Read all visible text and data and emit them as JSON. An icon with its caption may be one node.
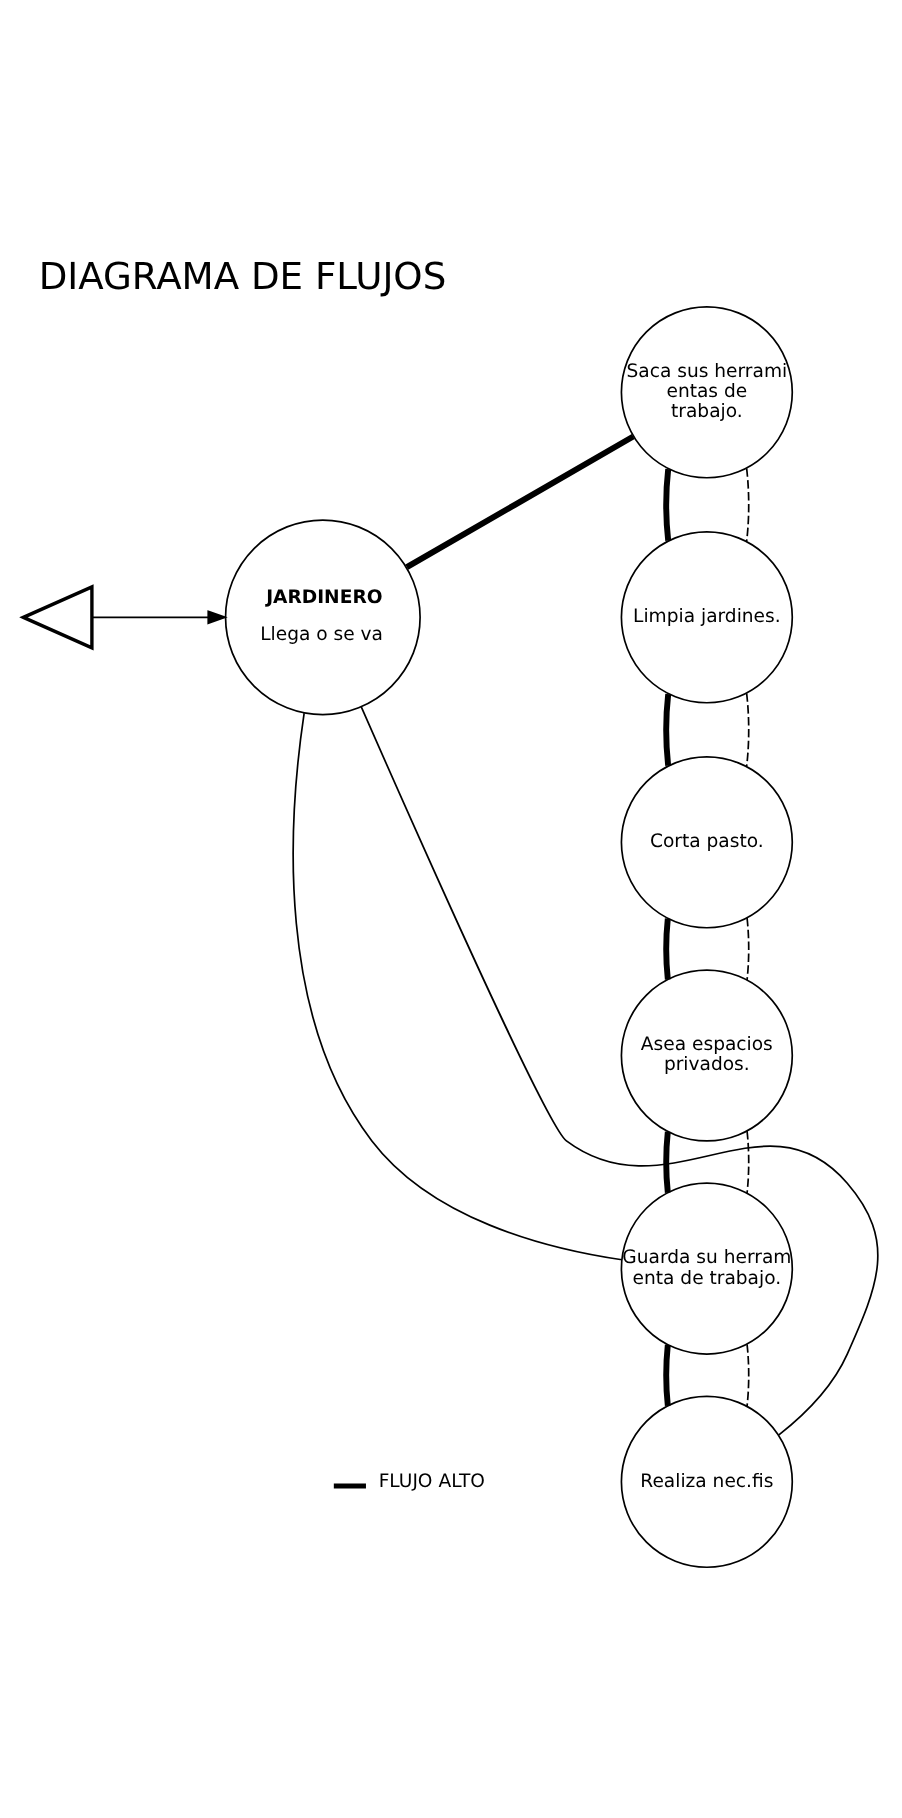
{
  "diagram": {
    "title": "DIAGRAMA DE FLUJOS",
    "nodes": [
      {
        "text": [],
        "shape": "picture"
      },
      {
        "text": [
          "JARDINERO",
          "Llega o se va"
        ]
      },
      {
        "text": [
          "Saca sus herrami entas de trabajo."
        ]
      },
      {
        "text": [
          "Limpia jardines."
        ]
      },
      {
        "text": [
          "Corta pasto."
        ]
      },
      {
        "text": [
          "Asea espacios privados."
        ]
      },
      {
        "text": [
          "Guarda su herram enta de trabajo."
        ]
      },
      {
        "text": [
          "Realiza nec.fis"
        ]
      }
    ],
    "edges": [
      {
        "from": 0,
        "to": 1,
        "arrow": "to"
      },
      {
        "from": 1,
        "to": 2,
        "arrow": "none",
        "style": "thick"
      },
      {
        "from": 2,
        "to": 3,
        "arrow": "none",
        "style": "thick"
      },
      {
        "from": 3,
        "to": 4,
        "arrow": "none",
        "style": "thick"
      },
      {
        "from": 4,
        "to": 5,
        "arrow": "none",
        "style": "thick"
      },
      {
        "from": 5,
        "to": 6,
        "arrow": "none",
        "style": "thick"
      },
      {
        "from": 6,
        "to": 7,
        "arrow": "none",
        "style": "thick"
      },
      {
        "from": 1,
        "to": 6,
        "arrow": "none"
      },
      {
        "from": 1,
        "to": 7,
        "arrow": "none"
      },
      {
        "from": 2,
        "to": 3,
        "arrow": "none",
        "style": "dashed"
      },
      {
        "from": 3,
        "to": 4,
        "arrow": "none",
        "style": "dashed"
      },
      {
        "from": 4,
        "to": 5,
        "arrow": "none",
        "style": "dashed"
      },
      {
        "from": 5,
        "to": 6,
        "arrow": "none",
        "style": "dashed"
      },
      {
        "from": 6,
        "to": 7,
        "arrow": "none",
        "style": "dashed"
      }
    ],
    "legend": [
      {
        "text": "FLUJO ALTO"
      }
    ]
  }
}
